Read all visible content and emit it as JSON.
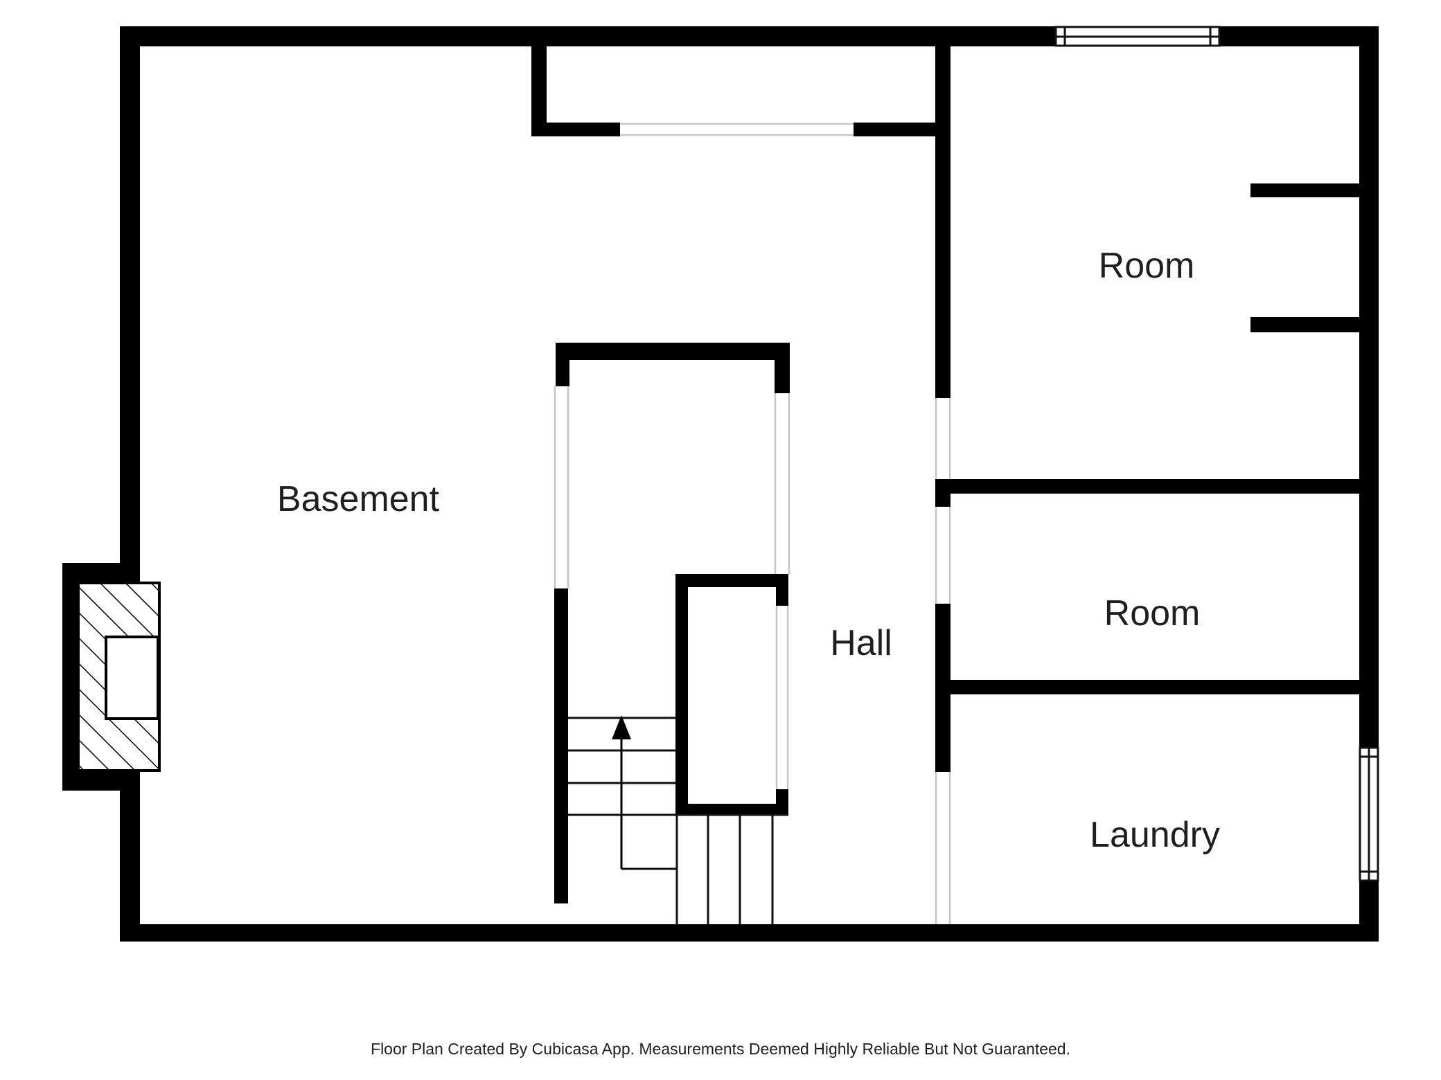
{
  "rooms": {
    "basement": {
      "label": "Basement"
    },
    "hall": {
      "label": "Hall"
    },
    "room_top": {
      "label": "Room"
    },
    "room_middle": {
      "label": "Room"
    },
    "laundry": {
      "label": "Laundry"
    }
  },
  "stairs": {
    "direction_arrow": "up"
  },
  "windows": [
    {
      "location": "top-wall"
    },
    {
      "location": "right-wall-laundry"
    }
  ],
  "fireplace": {
    "type": "chimney-with-firebox",
    "position": "left-wall"
  },
  "footer": {
    "text": "Floor Plan Created By Cubicasa App. Measurements Deemed Highly Reliable But Not Guaranteed."
  },
  "colors": {
    "wall": "#000000",
    "background": "#ffffff",
    "opening_line": "#c4c4c4",
    "stair_line": "#111111",
    "text": "#1f1f1f"
  }
}
